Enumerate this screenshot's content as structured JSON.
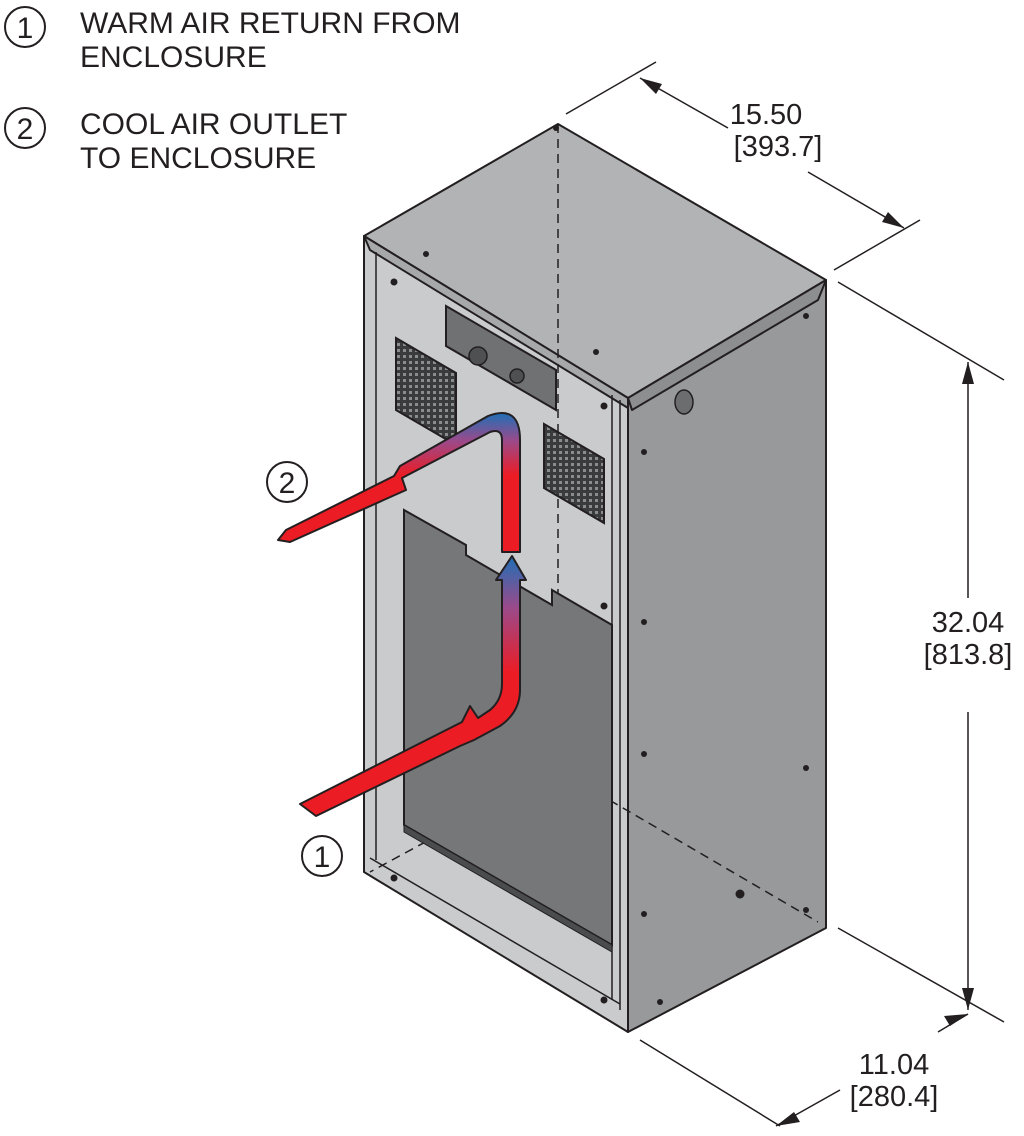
{
  "legend": [
    {
      "number": "1",
      "line1": "WARM AIR RETURN FROM",
      "line2": "ENCLOSURE"
    },
    {
      "number": "2",
      "line1": "COOL AIR OUTLET",
      "line2": "TO ENCLOSURE"
    }
  ],
  "callouts": {
    "warm_air": "1",
    "cool_air": "2"
  },
  "dimensions": {
    "width": {
      "inches": "15.50",
      "mm": "[393.7]"
    },
    "height": {
      "inches": "32.04",
      "mm": "[813.8]"
    },
    "depth": {
      "inches": "11.04",
      "mm": "[280.4]"
    }
  },
  "colors": {
    "warm_air": "#ec1c24",
    "cool_air": "#1f6fb6",
    "housing_light": "#c9cbcd",
    "housing_side": "#97999b",
    "panel_dark": "#757779",
    "line": "#231f20"
  },
  "icons": [
    "circled-number-icon",
    "grille-icon",
    "lock-icon"
  ]
}
